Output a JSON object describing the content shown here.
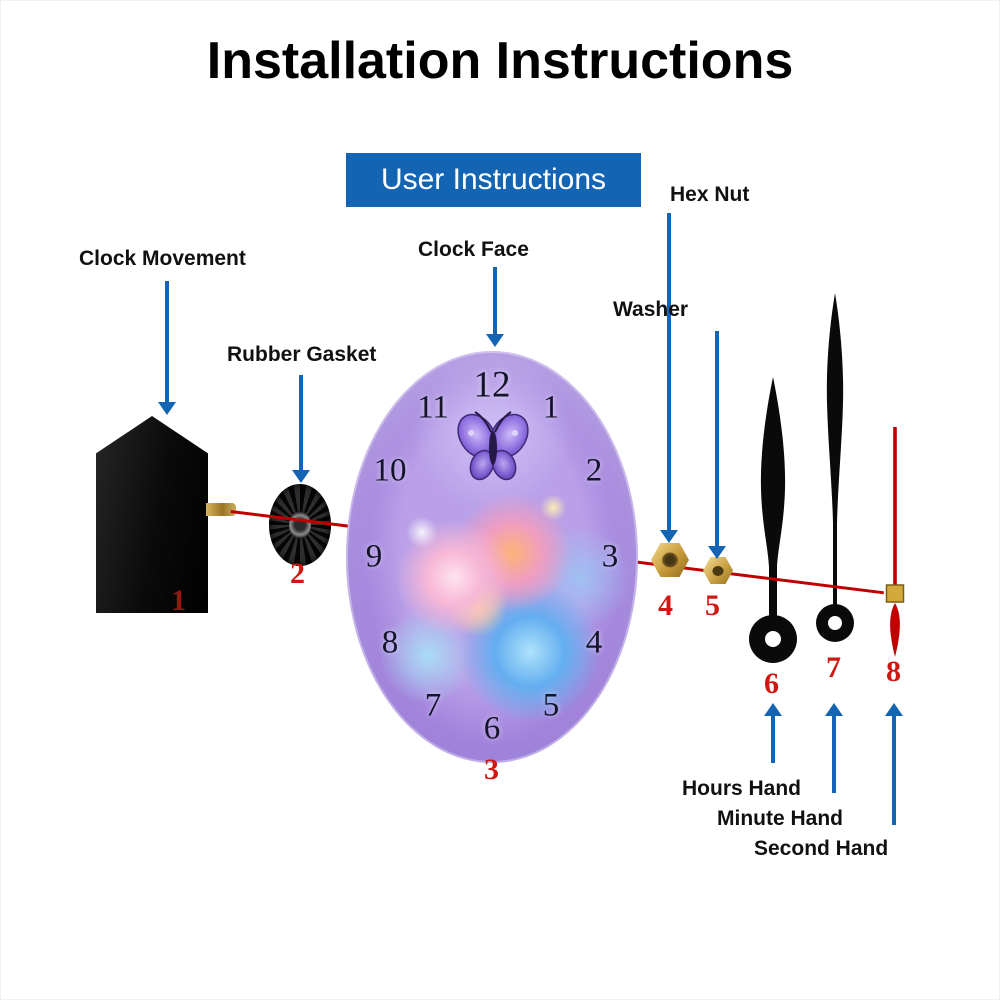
{
  "title": "Installation Instructions",
  "banner": {
    "label": "User Instructions",
    "bg_color": "#1464b4",
    "text_color": "#ffffff"
  },
  "parts": {
    "clock_movement": {
      "label": "Clock Movement",
      "number": "1"
    },
    "rubber_gasket": {
      "label": "Rubber Gasket",
      "number": "2"
    },
    "clock_face": {
      "label": "Clock Face",
      "number": "3"
    },
    "hex_nut": {
      "label": "Hex Nut",
      "number": "4"
    },
    "washer": {
      "label": "Washer",
      "number": "5"
    },
    "hours_hand": {
      "label": "Hours Hand",
      "number": "6"
    },
    "minute_hand": {
      "label": "Minute Hand",
      "number": "7"
    },
    "second_hand": {
      "label": "Second Hand",
      "number": "8"
    }
  },
  "clock_face": {
    "numerals": [
      "12",
      "1",
      "2",
      "3",
      "4",
      "5",
      "6",
      "7",
      "8",
      "9",
      "10",
      "11"
    ]
  },
  "colors": {
    "arrow_blue": "#1464b4",
    "part_number_red": "#cf1812",
    "axis_line_red": "#c00000",
    "brass_gold": "#c79a3a",
    "movement_black": "#0a0a0a"
  }
}
